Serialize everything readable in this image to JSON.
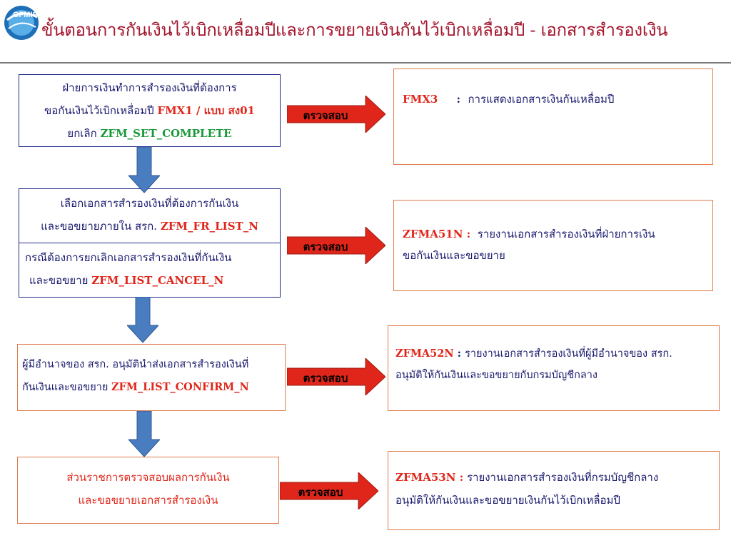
{
  "header": {
    "logo_text": "GFMIS",
    "title": "ขั้นตอนการกันเงินไว้เบิกเหลื่อมปีและการขยายเงินกันไว้เบิกเหลื่อมปี - เอกสารสำรองเงิน"
  },
  "steps": [
    {
      "line1": "ฝ่ายการเงินทำการสำรองเงินที่ต้องการ",
      "line2_prefix": "ขอกันเงินไว้เบิกเหลื่อมปี ",
      "line2_code": "FMX1 / แบบ สง01",
      "line3_prefix": "ยกเลิก ",
      "line3_code": "ZFM_SET_COMPLETE"
    },
    {
      "line1": "เลือกเอกสารสำรองเงินที่ต้องการกันเงิน",
      "line2_prefix": "และขอขยายภายใน สรก. ",
      "line2_code": "ZFM_FR_LIST_N",
      "line3": "กรณีต้องการยกเลิกเอกสารสำรองเงินที่กันเงิน",
      "line4_prefix": "และขอขยาย  ",
      "line4_code": "ZFM_LIST_CANCEL_N"
    },
    {
      "line1": "ผู้มีอำนาจของ สรก. อนุมัตินำส่งเอกสารสำรองเงินที่",
      "line2_prefix": "กันเงินและขอขยาย   ",
      "line2_code": "ZFM_LIST_CONFIRM_N"
    },
    {
      "line1": "ส่วนราชการตรวจสอบผลการกันเงิน",
      "line2": "และขอขยายเอกสารสำรองเงิน"
    }
  ],
  "check_label": "ตรวจสอบ",
  "reports": [
    {
      "code": "FMX3",
      "sep": "     :  ",
      "desc1": "การแสดงเอกสารเงินกันเหลื่อมปี",
      "desc2": ""
    },
    {
      "code": "ZFMA51N :",
      "sep": "  ",
      "desc1": "รายงานเอกสารสำรองเงินที่ฝ่ายการเงิน",
      "desc2": "ขอกันเงินและขอขยาย"
    },
    {
      "code": "ZFMA52N",
      "sep": " : ",
      "desc1": "รายงานเอกสารสำรองเงินที่ผู้มีอำนาจของ สรก.",
      "desc2": "อนุมัติให้กันเงินและขอขยายกับกรมบัญชีกลาง"
    },
    {
      "code": "ZFMA53N :",
      "sep": " ",
      "desc1": "รายงานเอกสารสำรองเงินที่กรมบัญชีกลาง",
      "desc2": "อนุมัติให้กันเงินและขอขยายเงินกันไว้เบิกเหลื่อมปี"
    }
  ],
  "colors": {
    "title": "#a3162e",
    "arrow_red": "#e0261a",
    "arrow_blue": "#4a7cc0",
    "box_blue_border": "#1f2a8a",
    "box_orange_border": "#e07a4a",
    "code_red": "#e0261a",
    "code_green": "#1a9a3a"
  }
}
